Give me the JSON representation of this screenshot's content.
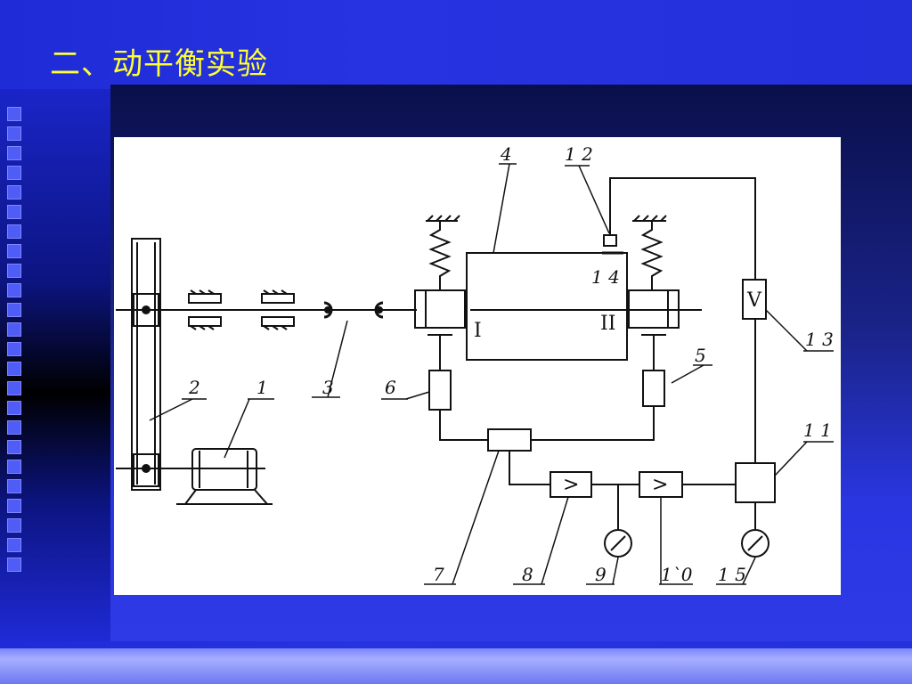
{
  "slide": {
    "title": "二、动平衡实验"
  },
  "diagram": {
    "labels": {
      "l1": "1",
      "l2": "2",
      "l3": "3",
      "l4": "4",
      "l5": "5",
      "l6": "6",
      "l7": "7",
      "l8": "8",
      "l9": "9",
      "l10": "1`0",
      "l11": "1 1",
      "l12": "1 2",
      "l13": "1 3",
      "l14": "1 4",
      "l15": "1 5",
      "bearing_left": "I",
      "bearing_right": "II",
      "amp8_symbol": ">",
      "amp10_symbol": ">",
      "box13_symbol": "V"
    }
  }
}
